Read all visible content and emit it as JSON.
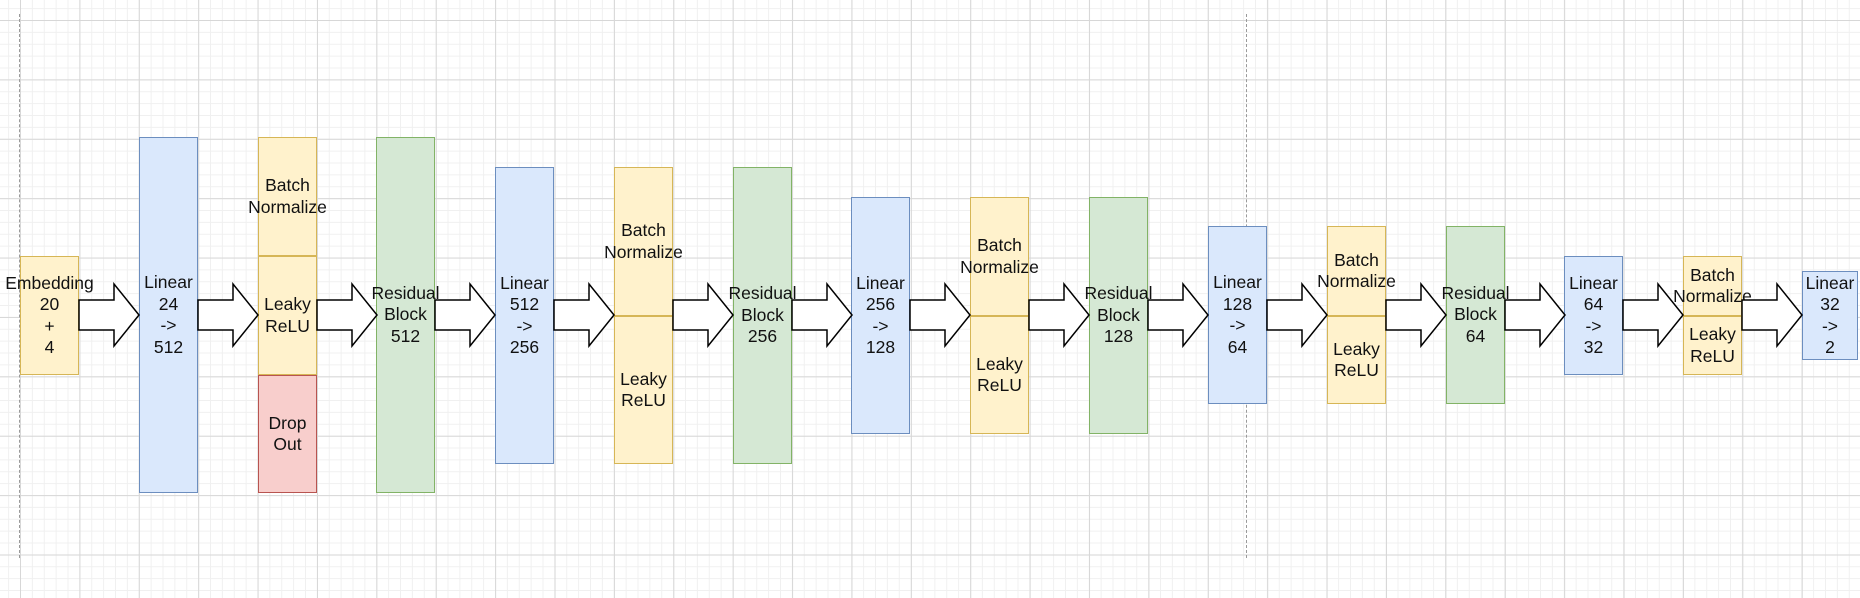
{
  "diagram": {
    "embedding": {
      "label": "Embedding\n20\n+\n4"
    },
    "linear_24_512": {
      "label": "Linear\n24\n->\n512"
    },
    "block1": {
      "batch_normalize": {
        "label": "Batch\nNormalize"
      },
      "leaky_relu": {
        "label": "Leaky\nReLU"
      },
      "dropout": {
        "label": "Drop\nOut"
      }
    },
    "residual_512": {
      "label": "Residual\nBlock\n512"
    },
    "linear_512_256": {
      "label": "Linear\n512\n->\n256"
    },
    "block2": {
      "batch_normalize": {
        "label": "Batch\nNormalize"
      },
      "leaky_relu": {
        "label": "Leaky\nReLU"
      }
    },
    "residual_256": {
      "label": "Residual\nBlock\n256"
    },
    "linear_256_128": {
      "label": "Linear\n256\n->\n128"
    },
    "block3": {
      "batch_normalize": {
        "label": "Batch\nNormalize"
      },
      "leaky_relu": {
        "label": "Leaky\nReLU"
      }
    },
    "residual_128": {
      "label": "Residual\nBlock\n128"
    },
    "linear_128_64": {
      "label": "Linear\n128\n->\n64"
    },
    "block4": {
      "batch_normalize": {
        "label": "Batch\nNormalize"
      },
      "leaky_relu": {
        "label": "Leaky\nReLU"
      }
    },
    "residual_64": {
      "label": "Residual\nBlock\n64"
    },
    "linear_64_32": {
      "label": "Linear\n64\n->\n32"
    },
    "block5": {
      "batch_normalize": {
        "label": "Batch\nNormalize"
      },
      "leaky_relu": {
        "label": "Leaky\nReLU"
      }
    },
    "linear_32_2": {
      "label": "Linear\n32\n->\n2"
    }
  },
  "colors": {
    "linear": "#dae8fc",
    "normalization": "#fff2cc",
    "residual": "#d5e8d4",
    "dropout": "#f8cecc",
    "arrow_fill": "#ffffff",
    "arrow_stroke": "#000000"
  }
}
